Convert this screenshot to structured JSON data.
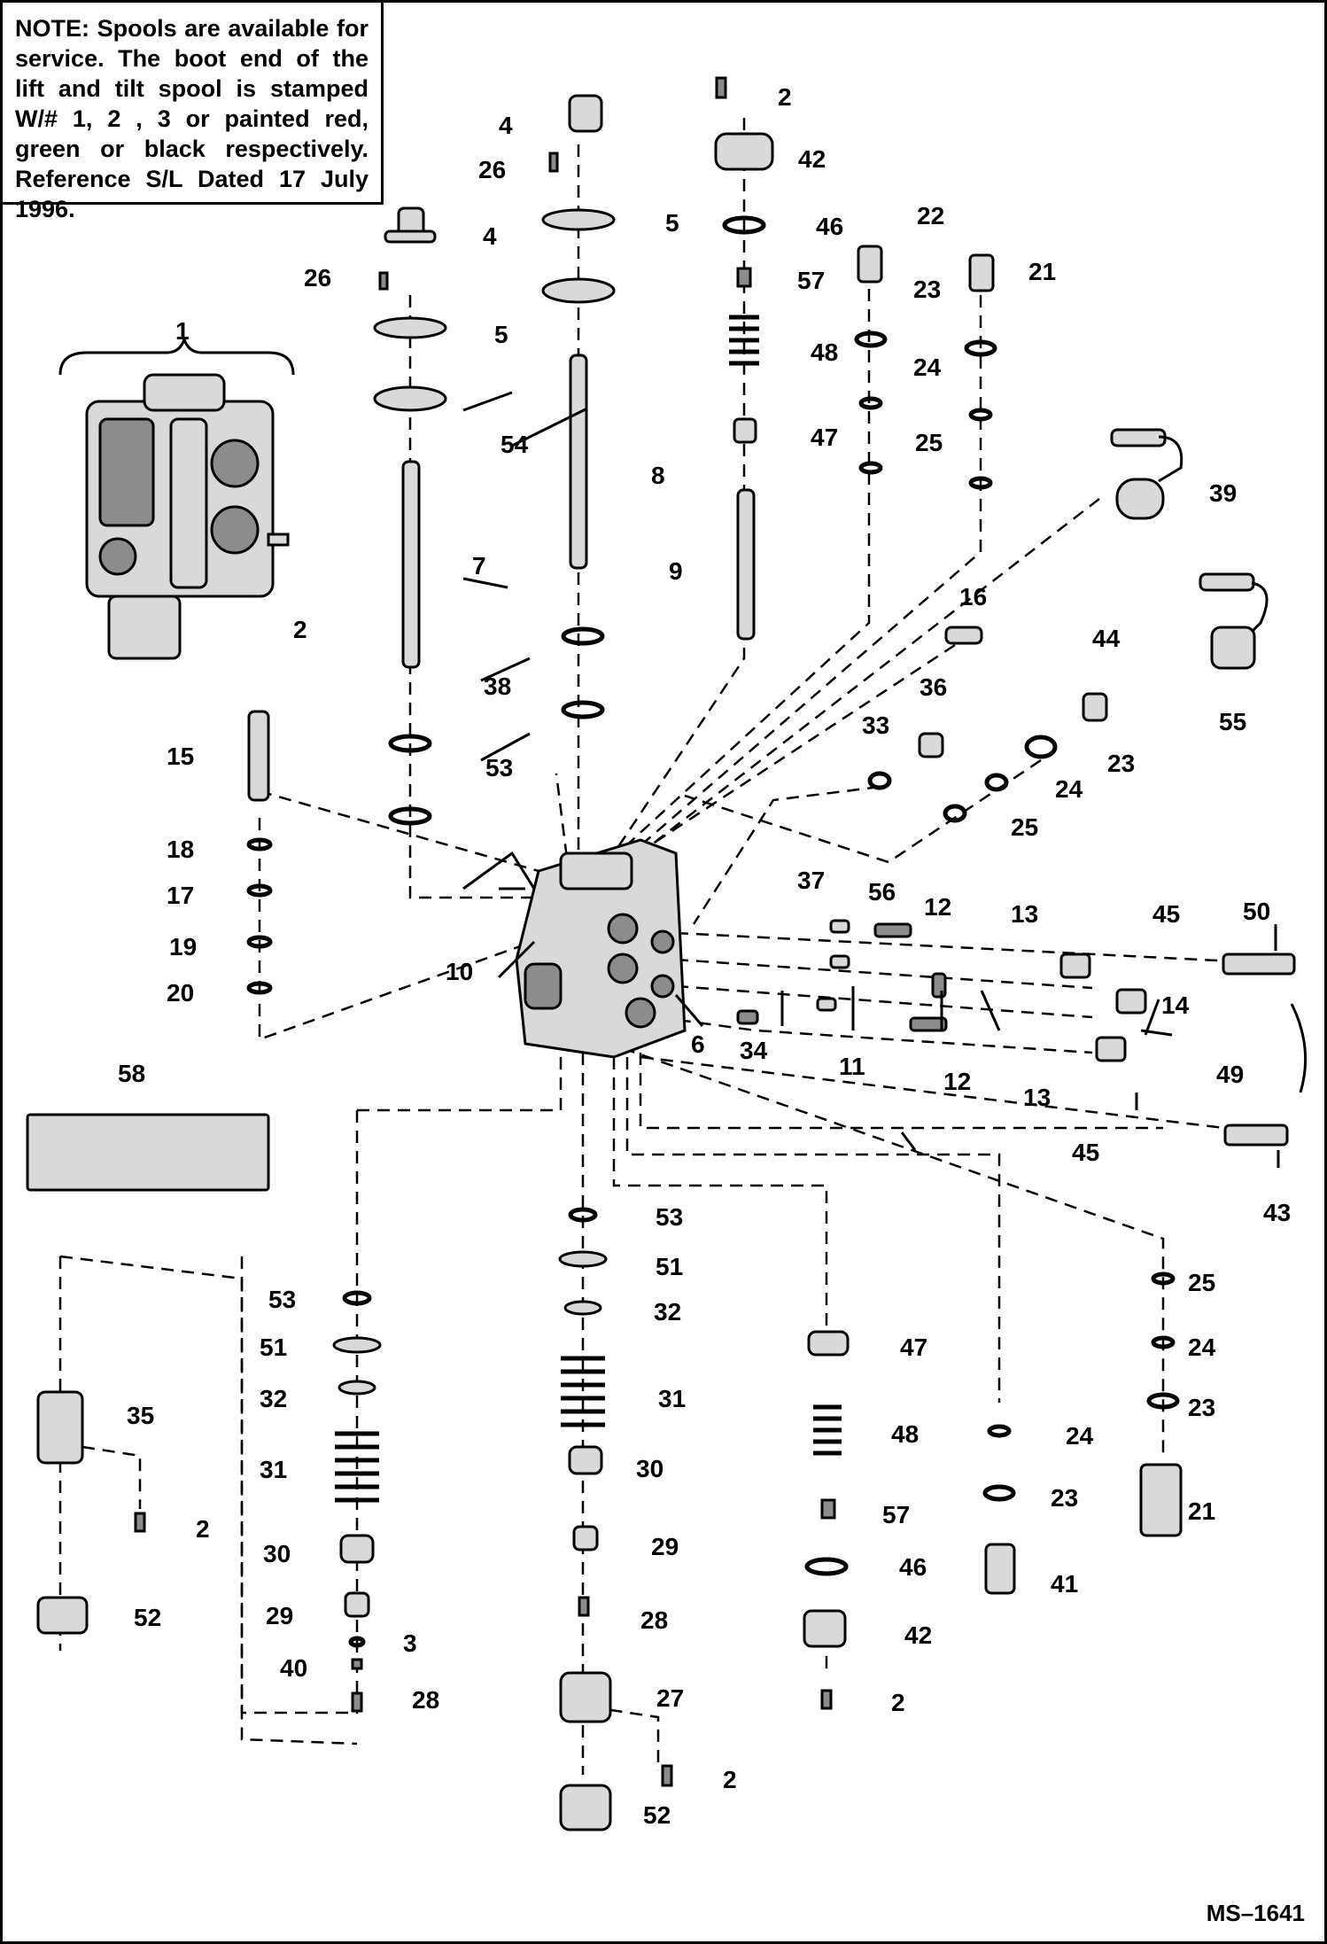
{
  "note": {
    "heading": "NOTE:",
    "body": "Spools are available for service. The boot end of the lift and tilt spool is stamped W/# 1, 2 , 3 or painted red, green or black respectively. Reference S/L Dated 17 July 1996."
  },
  "doc_id": "MS–1641",
  "labels": {
    "1": "1",
    "2": "2",
    "3": "3",
    "4": "4",
    "5": "5",
    "6": "6",
    "7": "7",
    "8": "8",
    "9": "9",
    "10": "10",
    "11": "11",
    "12": "12",
    "13": "13",
    "14": "14",
    "15": "15",
    "16": "16",
    "17": "17",
    "18": "18",
    "19": "19",
    "20": "20",
    "21": "21",
    "22": "22",
    "23": "23",
    "24": "24",
    "25": "25",
    "26": "26",
    "27": "27",
    "28": "28",
    "29": "29",
    "30": "30",
    "31": "31",
    "32": "32",
    "33": "33",
    "34": "34",
    "35": "35",
    "36": "36",
    "37": "37",
    "38": "38",
    "39": "39",
    "40": "40",
    "41": "41",
    "42": "42",
    "43": "43",
    "44": "44",
    "45": "45",
    "46": "46",
    "47": "47",
    "48": "48",
    "49": "49",
    "50": "50",
    "51": "51",
    "52": "52",
    "53": "53",
    "54": "54",
    "55": "55",
    "56": "56",
    "57": "57",
    "58": "58"
  },
  "colors": {
    "ink": "#000000",
    "paper": "#ffffff",
    "part_fill": "#d9d9d9",
    "part_dark": "#8c8c8c"
  }
}
